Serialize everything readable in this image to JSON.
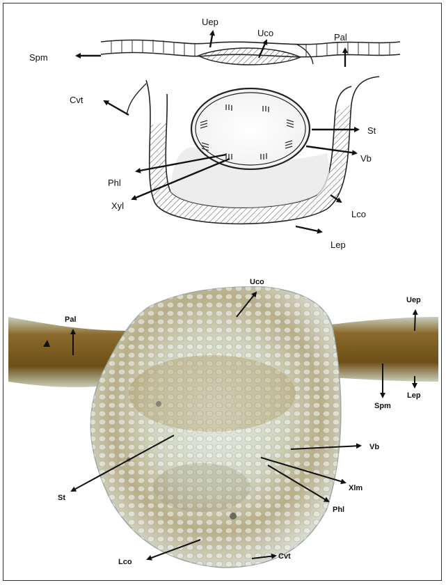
{
  "sketch": {
    "labels": {
      "uep": "Uep",
      "uco": "Uco",
      "pal": "Pal",
      "spm": "Spm",
      "cvt": "Cvt",
      "st": "St",
      "vb": "Vb",
      "phl": "Phl",
      "xyl": "Xyl",
      "lco": "Lco",
      "lep": "Lep"
    }
  },
  "micrograph": {
    "labels": {
      "uco": "Uco",
      "uep": "Uep",
      "pal": "Pal",
      "spm": "Spm",
      "lep": "Lep",
      "vb": "Vb",
      "st": "St",
      "xlm": "Xlm",
      "phl": "Phl",
      "lco": "Lco",
      "cvt": "Cvt"
    }
  },
  "colors": {
    "ink": "#111111",
    "palisade_brown": "#7a5a1e",
    "tissue_light": "#e8ece6",
    "tissue_stain": "#b9a16a"
  }
}
